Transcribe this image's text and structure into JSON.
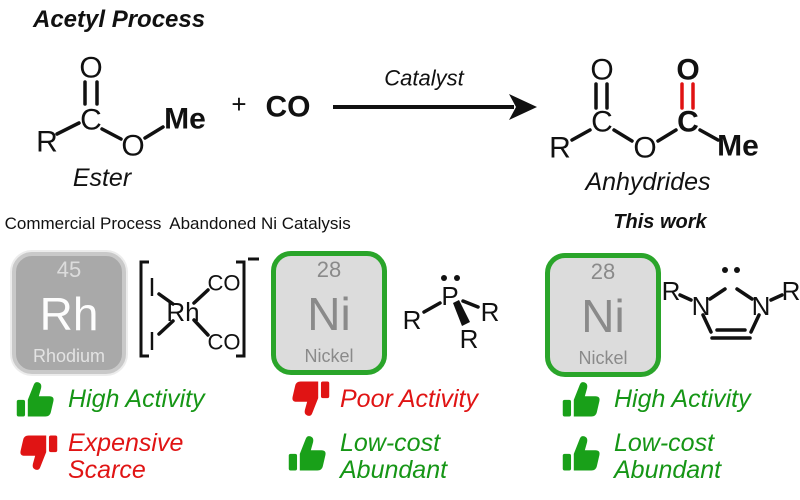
{
  "title": "Acetyl Process",
  "reaction": {
    "ester": {
      "o_top": "O",
      "c": "C",
      "r": "R",
      "o_mid": "O",
      "me": "Me",
      "caption": "Ester"
    },
    "plus": "+",
    "co": "CO",
    "catalyst": "Catalyst",
    "anhydride": {
      "r": "R",
      "c1": "C",
      "o1": "O",
      "o_mid": "O",
      "c2": "C",
      "o2": "O",
      "me": "Me",
      "caption": "Anhydrides"
    }
  },
  "columns": [
    {
      "header": "Commercial Process",
      "tile": {
        "number": "45",
        "symbol": "Rh",
        "name": "Rhodium"
      },
      "structure": {
        "i1": "I",
        "i2": "I",
        "rh": "Rh",
        "co1": "CO",
        "co2": "CO",
        "charge": "−"
      },
      "points": [
        {
          "icon": "thumbs-up",
          "sentiment": "positive",
          "line1": "High Activity",
          "line2": ""
        },
        {
          "icon": "thumbs-down",
          "sentiment": "negative",
          "line1": "Expensive",
          "line2": "Scarce"
        }
      ]
    },
    {
      "header": "Abandoned Ni Catalysis",
      "tile": {
        "number": "28",
        "symbol": "Ni",
        "name": "Nickel"
      },
      "structure": {
        "p": "P",
        "r1": "R",
        "r2": "R",
        "r3": "R"
      },
      "points": [
        {
          "icon": "thumbs-down",
          "sentiment": "negative",
          "line1": "Poor Activity",
          "line2": ""
        },
        {
          "icon": "thumbs-up",
          "sentiment": "positive",
          "line1": "Low-cost",
          "line2": "Abundant"
        }
      ]
    },
    {
      "header": "This work",
      "tile": {
        "number": "28",
        "symbol": "Ni",
        "name": "Nickel"
      },
      "structure": {
        "r1": "R",
        "n1": "N",
        "n2": "N",
        "r2": "R"
      },
      "points": [
        {
          "icon": "thumbs-up",
          "sentiment": "positive",
          "line1": "High Activity",
          "line2": ""
        },
        {
          "icon": "thumbs-up",
          "sentiment": "positive",
          "line1": "Low-cost",
          "line2": "Abundant"
        }
      ]
    }
  ],
  "colors": {
    "positive_green": "#169616",
    "negative_red": "#e01414",
    "structure_red": "#e01212",
    "methyl_blue": "#1414d6",
    "ni_border_green": "#2aa52a",
    "rh_tile_gray": "#a9a9a9",
    "ni_tile_gray": "#dcdcdc"
  }
}
